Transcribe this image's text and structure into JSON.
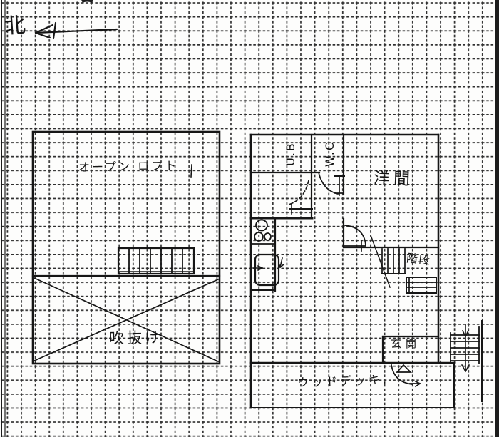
{
  "page": {
    "kind": "hand-drawn architectural floor plan sketch on dashed grid paper",
    "compass": {
      "north_label": "北"
    },
    "loft_plan": {
      "open_loft_label": "オープン ロフト",
      "void_label": "吹抜け"
    },
    "first_floor_plan": {
      "bath_label": "U.B",
      "toilet_label": "W.C",
      "western_room_label": "洋間",
      "stairs_label": "階段",
      "entrance_label": "玄関",
      "wood_deck_label": "ウッドデッキ."
    },
    "colors": {
      "ink": "#161616",
      "grid_line": "#303030",
      "paper": "#fdfdfc",
      "scan_edge": "#1c1c1c"
    }
  }
}
